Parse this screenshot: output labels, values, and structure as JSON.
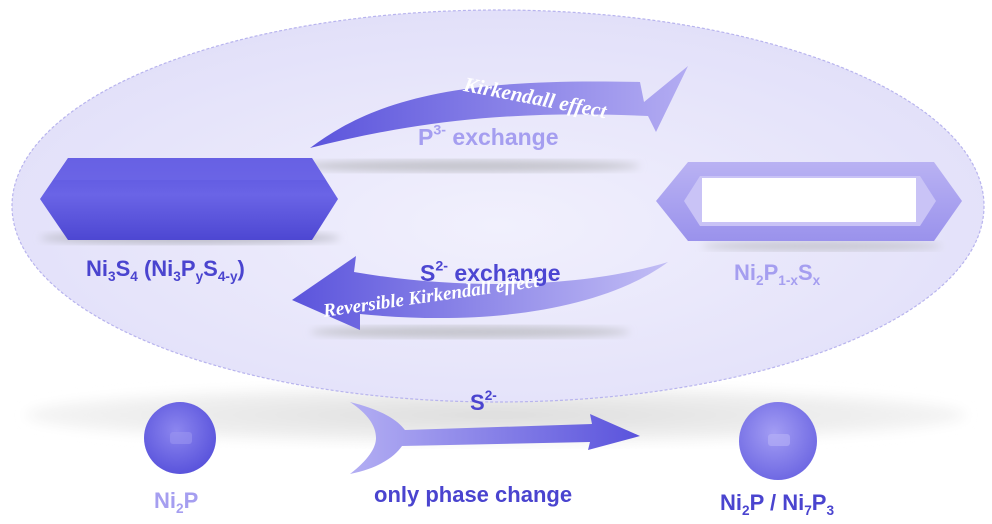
{
  "colors": {
    "primary": "#5b55dd",
    "light": "#a79ef0",
    "ellipse_fill": "#e9e8fb",
    "ellipse_border": "#b8b4ee",
    "shadow": "#cfcfcf",
    "white_text": "#ffffff"
  },
  "labels": {
    "ni3s4": {
      "ni": "Ni",
      "s1": "3",
      "s": "S",
      "s2": "4",
      "open": " (Ni",
      "s3": "3",
      "p": "P",
      "s4": "y",
      "s_b": "S",
      "s5": "4-y",
      "close": ")"
    },
    "ni2p1xsx": {
      "ni": "Ni",
      "s1": "2",
      "p": "P",
      "s2": "1-x",
      "s": "S",
      "s3": "x"
    },
    "ni2p": {
      "ni": "Ni",
      "s1": "2",
      "p": "P"
    },
    "ni2p_ni7p3": {
      "ni": "Ni",
      "s1": "2",
      "p": "P / Ni",
      "s2": "7",
      "p2": "P",
      "s3": "3"
    },
    "top_arrow_title": "Kirkendall effect",
    "top_arrow_sub": {
      "p": "P",
      "sup": "3-",
      "rest": " exchange"
    },
    "bottom_arrow_title": "Reversible Kirkendall effect",
    "bottom_arrow_sub": {
      "s": "S",
      "sup": "2-",
      "rest": " exchange"
    },
    "s2_label": {
      "s": "S",
      "sup": "2-"
    },
    "only_phase_change": "only phase change"
  }
}
